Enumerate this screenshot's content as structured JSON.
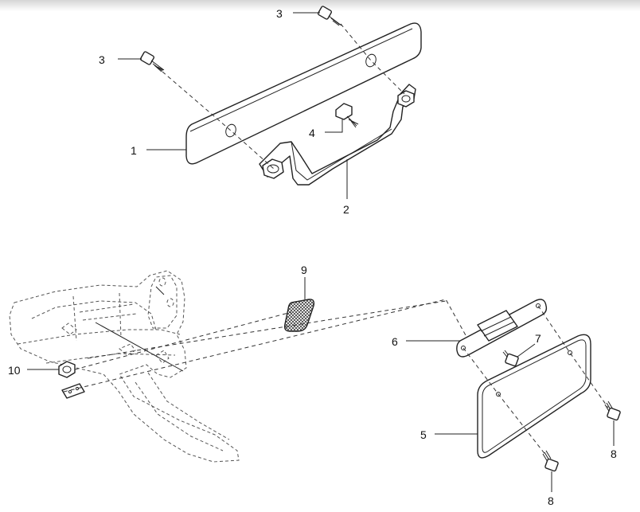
{
  "diagram": {
    "callouts": {
      "c1": "1",
      "c2": "2",
      "c3a": "3",
      "c3b": "3",
      "c4": "4",
      "c5": "5",
      "c6": "6",
      "c7": "7",
      "c8a": "8",
      "c8b": "8",
      "c9": "9",
      "c10": "10"
    },
    "colors": {
      "line": "#222222",
      "background": "#ffffff",
      "top_bar": "#dcdcdc"
    }
  }
}
